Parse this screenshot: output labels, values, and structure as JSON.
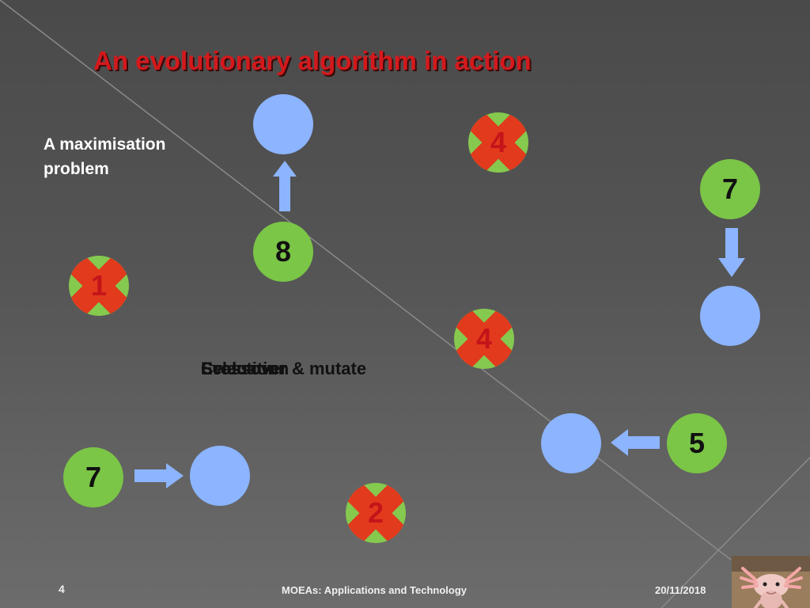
{
  "title": "An evolutionary algorithm in action",
  "subtitle": "A maximisation problem",
  "steps": [
    "Evaluation",
    "Selection",
    "Crossover & mutate"
  ],
  "circles": [
    {
      "kind": "green",
      "value": "8"
    },
    {
      "kind": "green",
      "value": "7"
    },
    {
      "kind": "green",
      "value": "5"
    },
    {
      "kind": "green",
      "value": "7"
    },
    {
      "kind": "culled",
      "value": "4"
    },
    {
      "kind": "culled",
      "value": "1"
    },
    {
      "kind": "culled",
      "value": "4"
    },
    {
      "kind": "culled",
      "value": "2"
    },
    {
      "kind": "blue",
      "value": ""
    },
    {
      "kind": "blue",
      "value": ""
    },
    {
      "kind": "blue",
      "value": ""
    },
    {
      "kind": "blue",
      "value": ""
    }
  ],
  "colors": {
    "title": "#d4191c",
    "parent": "#7bc547",
    "offspring": "#8cb4ff",
    "cross": "#e13a1d",
    "culled_number": "#c4141a"
  },
  "footer": {
    "page": "4",
    "title": "MOEAs: Applications and Technology",
    "date": "20/11/2018"
  }
}
